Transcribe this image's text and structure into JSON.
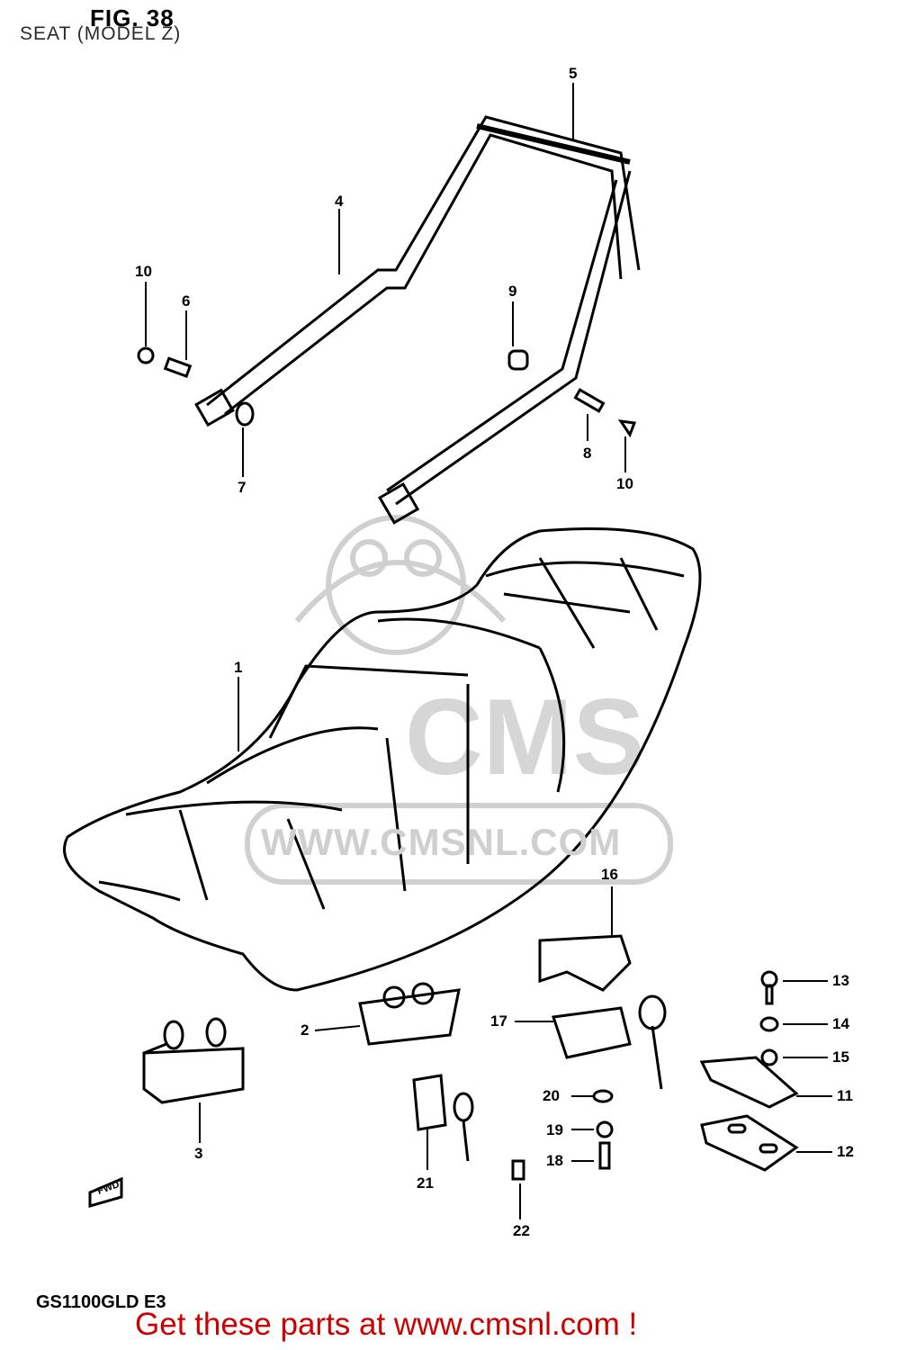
{
  "header": {
    "title": "SEAT (MODEL Z)",
    "fig_label": "FIG. 38"
  },
  "footer": {
    "model_code": "GS1100GLD E3",
    "cta_text": "Get these parts at www.cmsnl.com !",
    "cta_color": "#cc0000"
  },
  "watermark": {
    "text": "WWW.CMSNL.COM",
    "logo_text": "CMS",
    "color": "#cfcfcf"
  },
  "arrow_label": "FWD",
  "callouts": {
    "c1": "1",
    "c2": "2",
    "c3": "3",
    "c4": "4",
    "c5": "5",
    "c6": "6",
    "c7": "7",
    "c8": "8",
    "c9": "9",
    "c10a": "10",
    "c10b": "10",
    "c11": "11",
    "c12": "12",
    "c13": "13",
    "c14": "14",
    "c15": "15",
    "c16": "16",
    "c17": "17",
    "c18": "18",
    "c19": "19",
    "c20": "20",
    "c21": "21",
    "c22": "22"
  }
}
